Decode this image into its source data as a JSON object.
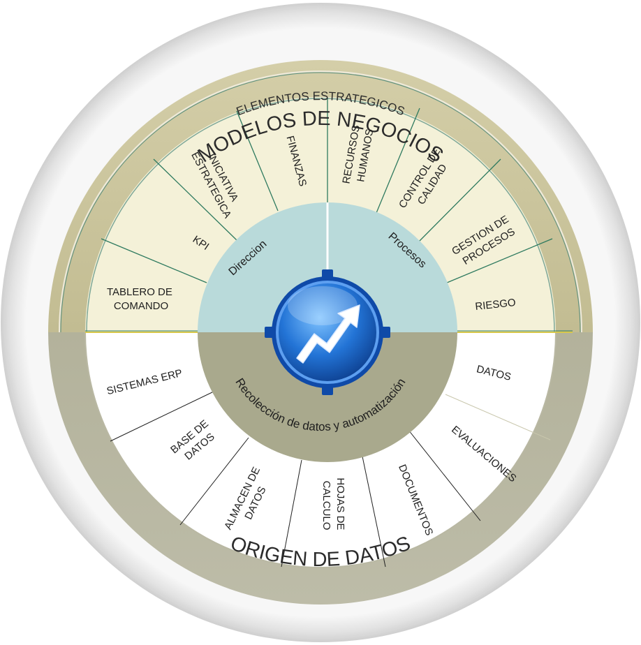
{
  "outer_top_label": "MODELOS DE NEGOCIOS",
  "outer_bottom_label": "ORIGEN DE DATOS",
  "inner_top_label": "ELEMENTOS ESTRATEGICOS",
  "hub": {
    "left_label": "Direccion",
    "right_label": "Procesos",
    "bottom_label": "Recolección de datos y automatización",
    "center_icon": "growth-arrow-icon"
  },
  "top_segments": [
    {
      "lines": [
        "TABLERO DE",
        "COMANDO"
      ]
    },
    {
      "lines": [
        "KPI"
      ]
    },
    {
      "lines": [
        "INICIATIVA",
        "ESTRATEGICA"
      ]
    },
    {
      "lines": [
        "FINANZAS"
      ]
    },
    {
      "lines": [
        "RECURSOS",
        "HUMANOS"
      ]
    },
    {
      "lines": [
        "CONTROL DE",
        "CALIDAD"
      ]
    },
    {
      "lines": [
        "GESTION DE",
        "PROCESOS"
      ]
    },
    {
      "lines": [
        "RIESGO"
      ]
    }
  ],
  "bottom_segments": [
    {
      "lines": [
        "SISTEMAS ERP"
      ]
    },
    {
      "lines": [
        "BASE DE",
        "DATOS"
      ]
    },
    {
      "lines": [
        "ALMACEN DE",
        "DATOS"
      ]
    },
    {
      "lines": [
        "HOJAS DE",
        "CALCULO"
      ]
    },
    {
      "lines": [
        "DOCUMENTOS"
      ]
    },
    {
      "lines": [
        "EVALUACIONES"
      ]
    },
    {
      "lines": [
        "DATOS"
      ]
    }
  ],
  "colors": {
    "top_band": "#c9c39a",
    "bottom_band": "#b5b49e",
    "top_segments": "#f4f1d8",
    "hub_top": "#b9dada",
    "hub_bottom": "#a9a98d",
    "divider": "#2e7a5f",
    "icon_blue": "#1e6fd0"
  }
}
